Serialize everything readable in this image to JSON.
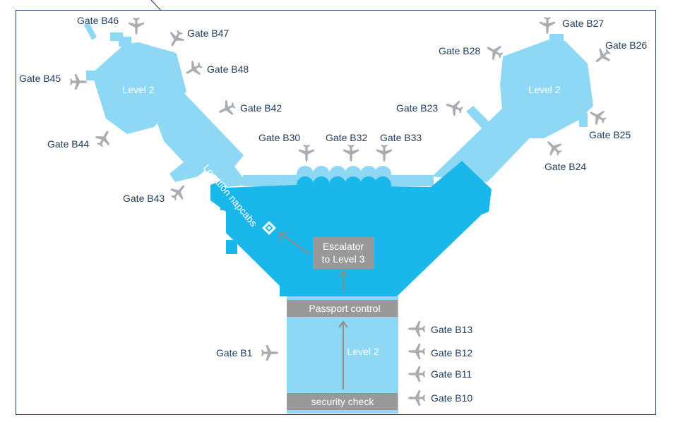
{
  "colors": {
    "light_area": "#8fd8f5",
    "main_area": "#1ab8ea",
    "label_box": "#999999",
    "plane": "#a9acb0",
    "gate_text": "#1f3a5a",
    "frame": "#1f3a5a"
  },
  "labels": {
    "level_left": "Level 2",
    "level_right": "Level 2",
    "level_bottom": "Level 2",
    "napcabs": "Location napcabs",
    "escalator_line1": "Escalator",
    "escalator_line2": "to Level 3",
    "passport": "Passport control",
    "security": "security check"
  },
  "gates": {
    "b46": "Gate B46",
    "b47": "Gate B47",
    "b48": "Gate B48",
    "b45": "Gate B45",
    "b42": "Gate B42",
    "b44": "Gate B44",
    "b43": "Gate B43",
    "b30": "Gate B30",
    "b32": "Gate B32",
    "b33": "Gate B33",
    "b27": "Gate B27",
    "b28": "Gate B28",
    "b26": "Gate B26",
    "b23": "Gate B23",
    "b25": "Gate B25",
    "b24": "Gate B24",
    "b13": "Gate B13",
    "b12": "Gate B12",
    "b11": "Gate B11",
    "b10": "Gate B10",
    "b1": "Gate B1"
  },
  "icons": {
    "plane": "airplane-icon",
    "napcab": "napcab-marker-icon"
  }
}
